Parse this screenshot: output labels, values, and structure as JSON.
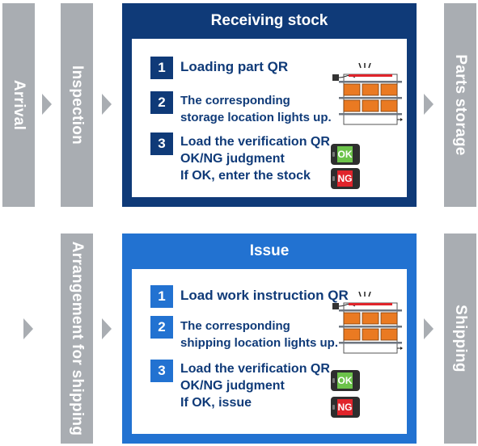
{
  "top_row": {
    "arrival": "Arrival",
    "inspection": "Inspection",
    "parts_storage": "Parts storage"
  },
  "receiving": {
    "title": "Receiving stock",
    "steps": [
      {
        "num": "1",
        "lines": [
          "Loading part QR"
        ]
      },
      {
        "num": "2",
        "lines": [
          "The corresponding",
          "storage location lights up."
        ]
      },
      {
        "num": "3",
        "lines": [
          "Load the verification QR",
          "OK/NG judgment",
          "If OK, enter the stock"
        ]
      }
    ],
    "ok_label": "OK",
    "ng_label": "NG"
  },
  "bottom_row": {
    "arrangement": "Arrangement for shipping",
    "shipping": "Shipping"
  },
  "issue": {
    "title": "Issue",
    "steps": [
      {
        "num": "1",
        "lines": [
          "Load work instruction QR"
        ]
      },
      {
        "num": "2",
        "lines": [
          "The corresponding",
          "shipping location lights up."
        ]
      },
      {
        "num": "3",
        "lines": [
          "Load the verification QR",
          "OK/NG judgment",
          "If OK, issue"
        ]
      }
    ],
    "ok_label": "OK",
    "ng_label": "NG"
  },
  "colors": {
    "gray_bar": "#a9adb2",
    "receiving_panel": "#0f3a78",
    "issue_panel": "#2272d1",
    "ok_green": "#6cc34a",
    "ng_red": "#e0242b",
    "drawer_orange": "#ea7a22"
  }
}
